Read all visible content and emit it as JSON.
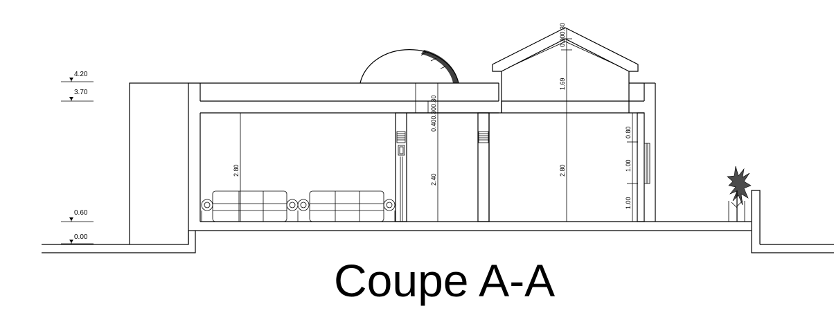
{
  "title": "Coupe A-A",
  "levels": {
    "l420": "4.20",
    "l370": "3.70",
    "l060": "0.60",
    "l000": "0.00"
  },
  "dims": {
    "left_room_height": "2.80",
    "middle_room_height": "2.40",
    "right_room_height": "2.80",
    "slab_stack": "0.400.300.30",
    "lantern_height": "1.69",
    "roof_peak": "0.200.30",
    "window_top": "0.80",
    "window_mid": "1.00",
    "window_sill": "1.00"
  }
}
